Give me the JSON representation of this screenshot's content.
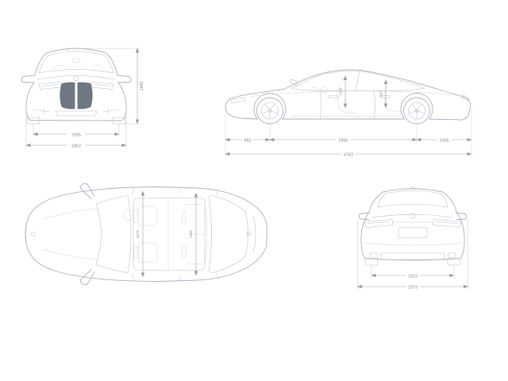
{
  "page": {
    "background": "#ffffff",
    "unit": "mm",
    "description": "Technical dimension line drawing of a four-door gran coupé in front, side, top and rear views"
  },
  "colors": {
    "car_line": "#a9b1ba",
    "dimension_line": "#98a0aa",
    "label_text": "#808a95",
    "grille_fill": "#6e7781"
  },
  "views": {
    "front": {
      "name": "front view",
      "overall_height": "1442",
      "front_track": "1595",
      "overall_width": "1852"
    },
    "side": {
      "name": "side view",
      "front_overhang": "862",
      "wheelbase": "2856",
      "rear_overhang": "1065",
      "overall_length": "4783",
      "headroom_front": "1029",
      "headroom_rear": "937"
    },
    "top": {
      "name": "top view",
      "interior_width_front": "1576",
      "interior_width_rear": "1445"
    },
    "rear": {
      "name": "rear view",
      "rear_track": "1623",
      "width_incl_mirrors": "2073"
    }
  }
}
